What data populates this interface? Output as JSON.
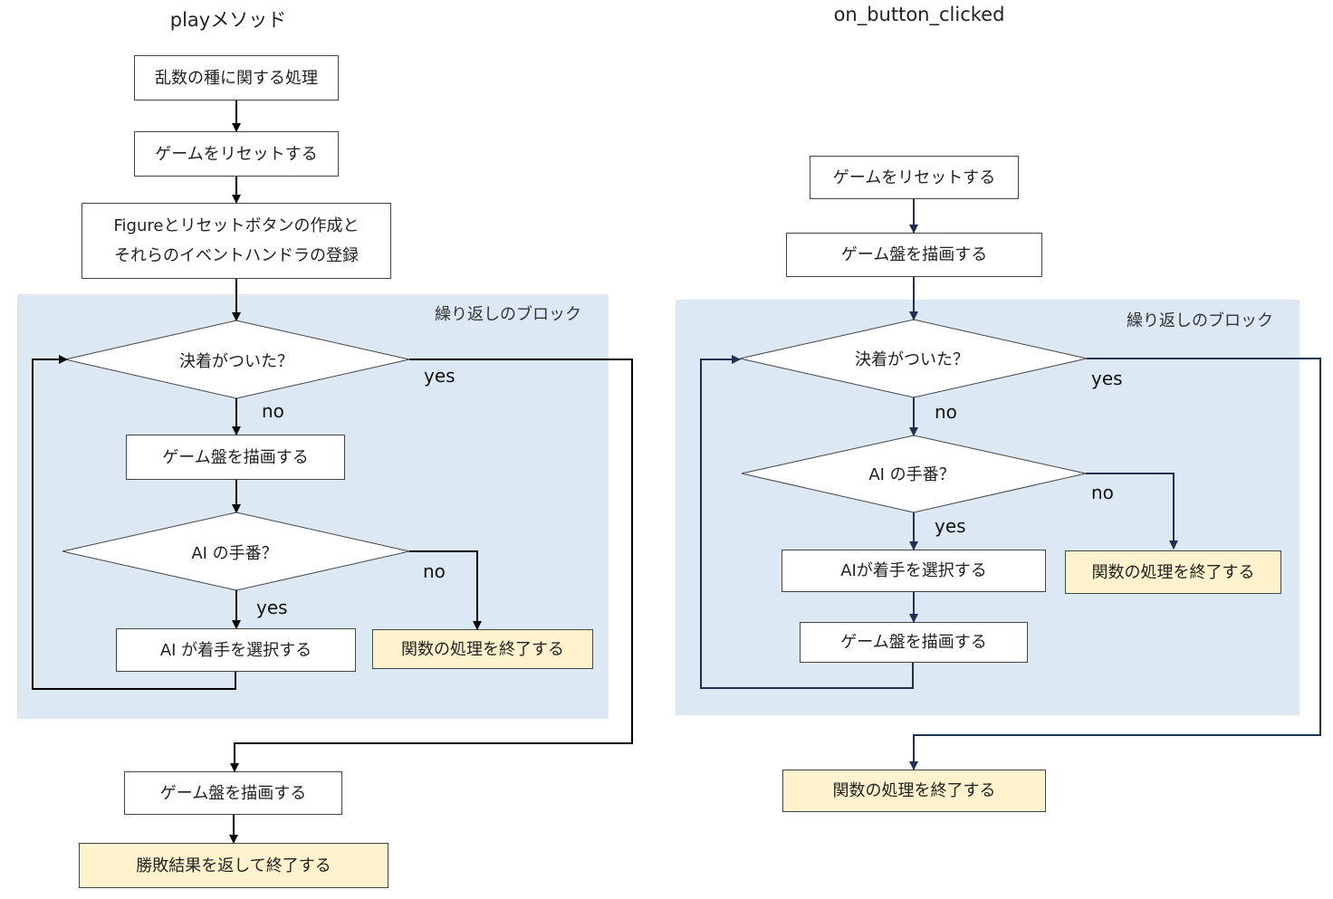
{
  "left": {
    "title": "playメソッド",
    "loop_label": "繰り返しのブロック",
    "seed": "乱数の種に関する処理",
    "reset": "ゲームをリセットする",
    "figure_line1": "Figureとリセットボタンの作成と",
    "figure_line2": "それらのイベントハンドラの登録",
    "decided": "決着がついた？",
    "draw_in_loop": "ゲーム盤を描画する",
    "ai_turn": "AI の手番？",
    "ai_select": "AI が着手を選択する",
    "end_func": "関数の処理を終了する",
    "draw_final": "ゲーム盤を描画する",
    "return_result": "勝敗結果を返して終了する",
    "yes1": "yes",
    "no1": "no",
    "no2": "no",
    "yes2": "yes"
  },
  "right": {
    "title": "on_button_clicked",
    "loop_label": "繰り返しのブロック",
    "reset": "ゲームをリセットする",
    "draw_first": "ゲーム盤を描画する",
    "decided": "決着がついた？",
    "ai_turn": "AI の手番？",
    "ai_select": "AIが着手を選択する",
    "end_func": "関数の処理を終了する",
    "draw_in_loop": "ゲーム盤を描画する",
    "end_final": "関数の処理を終了する",
    "yes1": "yes",
    "no1": "no",
    "no2": "no",
    "yes2": "yes"
  },
  "colors": {
    "loop_bg": "#dde8f5",
    "end_box": "#fff2cc",
    "line_left": "#000000",
    "line_right": "#1f3050"
  }
}
